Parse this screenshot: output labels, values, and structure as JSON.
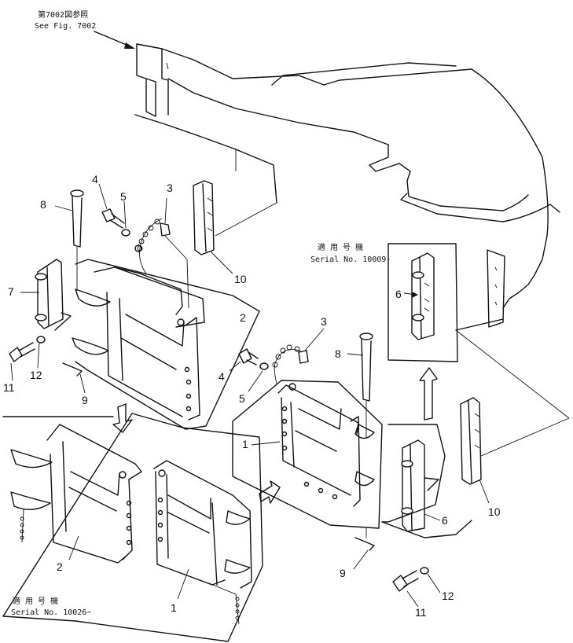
{
  "captions": {
    "see_fig_jp": "第7002図参照",
    "see_fig_en": "See Fig. 7002",
    "serial_a_jp": "適 用 号 機",
    "serial_a_en": "Serial No. 10009-",
    "serial_b_jp": "適 用 号 機",
    "serial_b_en": "Serial No. 10026~"
  },
  "part_numbers": {
    "1": "1",
    "2": "2",
    "3": "3",
    "4": "4",
    "5": "5",
    "6": "6",
    "7": "7",
    "8": "8",
    "9": "9",
    "10": "10",
    "11": "11",
    "12": "12"
  }
}
